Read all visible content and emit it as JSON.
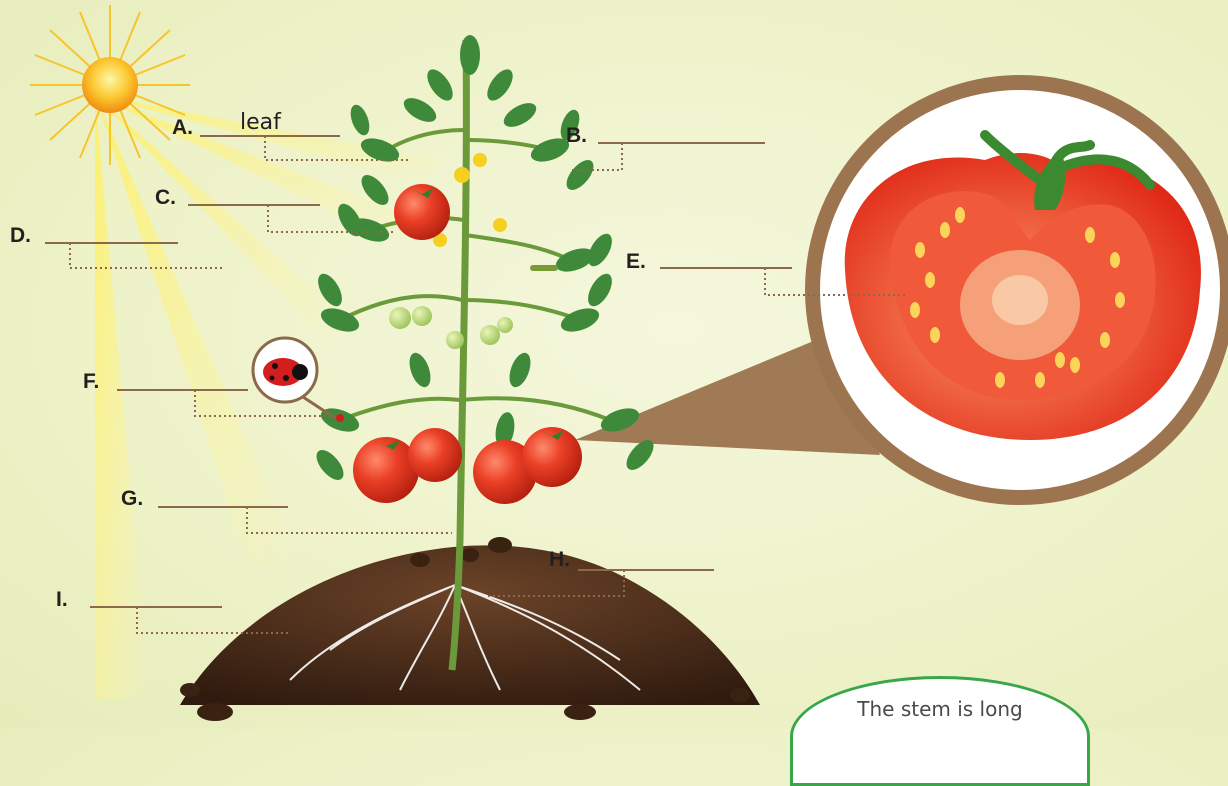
{
  "labels": {
    "a": {
      "letter": "A.",
      "answer": "leaf"
    },
    "b": {
      "letter": "B.",
      "answer": ""
    },
    "c": {
      "letter": "C.",
      "answer": ""
    },
    "d": {
      "letter": "D.",
      "answer": ""
    },
    "e": {
      "letter": "E.",
      "answer": ""
    },
    "f": {
      "letter": "F.",
      "answer": ""
    },
    "g": {
      "letter": "G.",
      "answer": ""
    },
    "h": {
      "letter": "H.",
      "answer": ""
    },
    "i": {
      "letter": "I.",
      "answer": ""
    }
  },
  "callout": {
    "text": "The stem is long"
  },
  "colors": {
    "sun": "#f7a81b",
    "ray": "#fde96a",
    "leaf": "#3e8a3a",
    "tomato": "#e8402a",
    "soil": "#4a2e1a",
    "circle_frame": "#9c7550",
    "callout_border": "#3aa64a"
  }
}
